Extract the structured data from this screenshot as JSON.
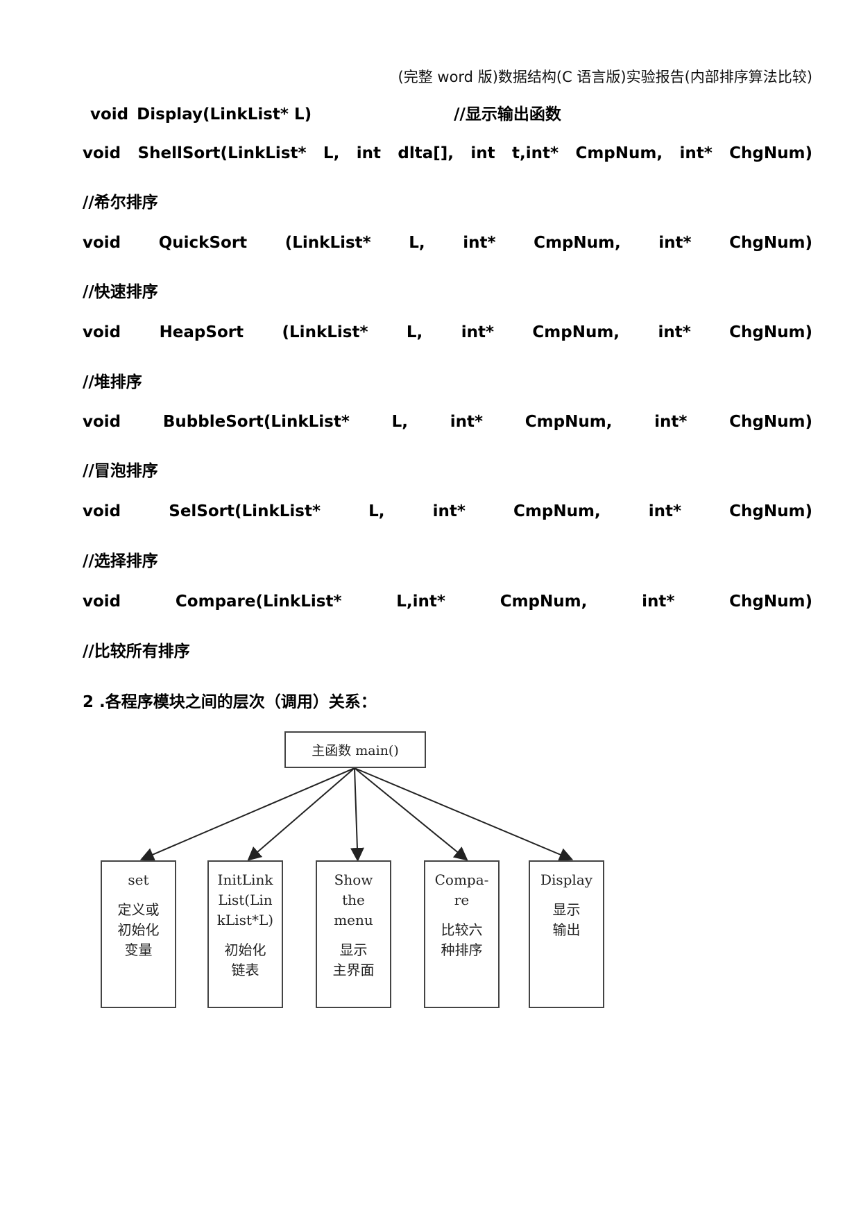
{
  "header": {
    "running_title": "(完整 word 版)数据结构(C 语言版)实验报告(内部排序算法比较)"
  },
  "lines": [
    {
      "tokens": [
        "void",
        "Display(LinkList* L)",
        "//显示输出函数"
      ]
    },
    {
      "tokens": [
        "void",
        "ShellSort(LinkList*",
        "L,",
        "int",
        "dlta[],",
        "int",
        "t,int*",
        "CmpNum,",
        "int*",
        "ChgNum)"
      ]
    },
    {
      "comment": "//希尔排序"
    },
    {
      "tokens": [
        "void",
        "QuickSort",
        "(LinkList*",
        "L,",
        "int*",
        "CmpNum,",
        "int*",
        "ChgNum)"
      ]
    },
    {
      "comment": "//快速排序"
    },
    {
      "tokens": [
        "void",
        "HeapSort",
        "(LinkList*",
        "L,",
        "int*",
        "CmpNum,",
        "int*",
        "ChgNum)"
      ]
    },
    {
      "comment": "//堆排序"
    },
    {
      "tokens": [
        "void",
        "BubbleSort(LinkList*",
        "L,",
        "int*",
        "CmpNum,",
        "int*",
        "ChgNum)"
      ]
    },
    {
      "comment": "//冒泡排序"
    },
    {
      "tokens": [
        "void",
        "SelSort(LinkList*",
        "L,",
        "int*",
        "CmpNum,",
        "int*",
        "ChgNum)"
      ]
    },
    {
      "comment": "//选择排序"
    },
    {
      "tokens": [
        "void",
        "Compare(LinkList*",
        "L,int*",
        "CmpNum,",
        "int*",
        "ChgNum)"
      ]
    },
    {
      "comment": "//比较所有排序"
    }
  ],
  "section_heading": "2 .各程序模块之间的层次（调用）关系：",
  "diagram": {
    "root": "主函数 main()",
    "children": [
      {
        "name_lines": [
          "set"
        ],
        "desc_lines": [
          "定义或",
          "初始化",
          "变量"
        ]
      },
      {
        "name_lines": [
          "InitLink",
          "List(Lin",
          "kList*L)"
        ],
        "desc_lines": [
          "初始化",
          "链表"
        ]
      },
      {
        "name_lines": [
          "Show",
          "the",
          "menu"
        ],
        "desc_lines": [
          "显示",
          "主界面"
        ]
      },
      {
        "name_lines": [
          "Compa-",
          "re"
        ],
        "desc_lines": [
          "比较六",
          "种排序"
        ]
      },
      {
        "name_lines": [
          "Display"
        ],
        "desc_lines": [
          "显示",
          "输出"
        ]
      }
    ]
  }
}
